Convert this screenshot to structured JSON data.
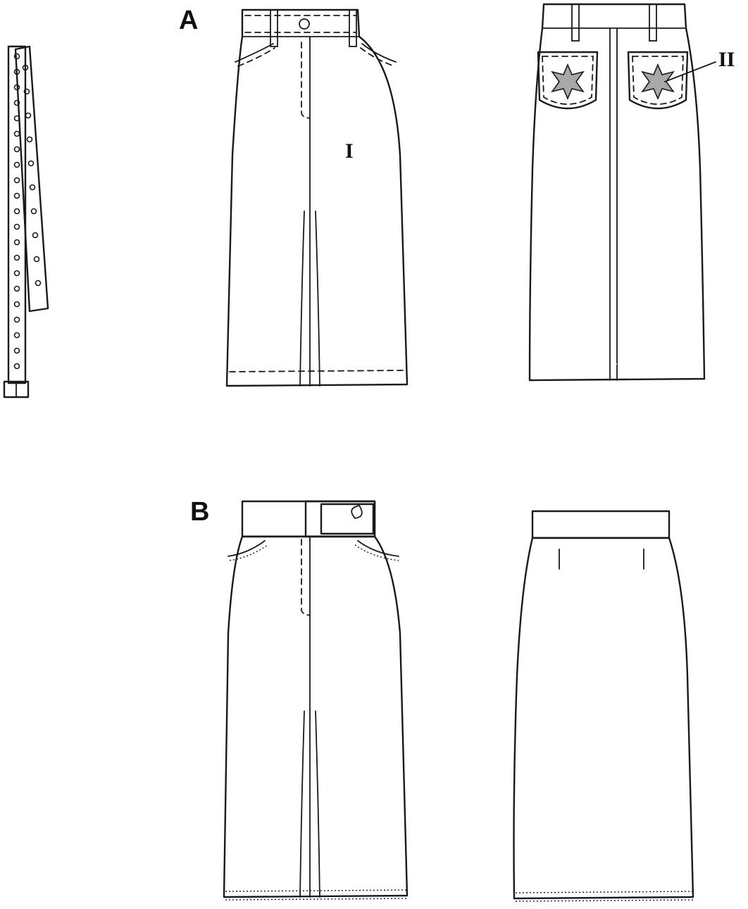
{
  "labels": {
    "view_a": "A",
    "view_b": "B",
    "part_i": "I",
    "part_ii": "II"
  },
  "colors": {
    "outline": "#1a1a1a",
    "back_fill": "#cfcfcf",
    "front_fill": "#ffffff",
    "pocket_fill": "#bdbdbd",
    "star_fill": "#a8a8a8",
    "hatch": "#5a5a5a"
  }
}
